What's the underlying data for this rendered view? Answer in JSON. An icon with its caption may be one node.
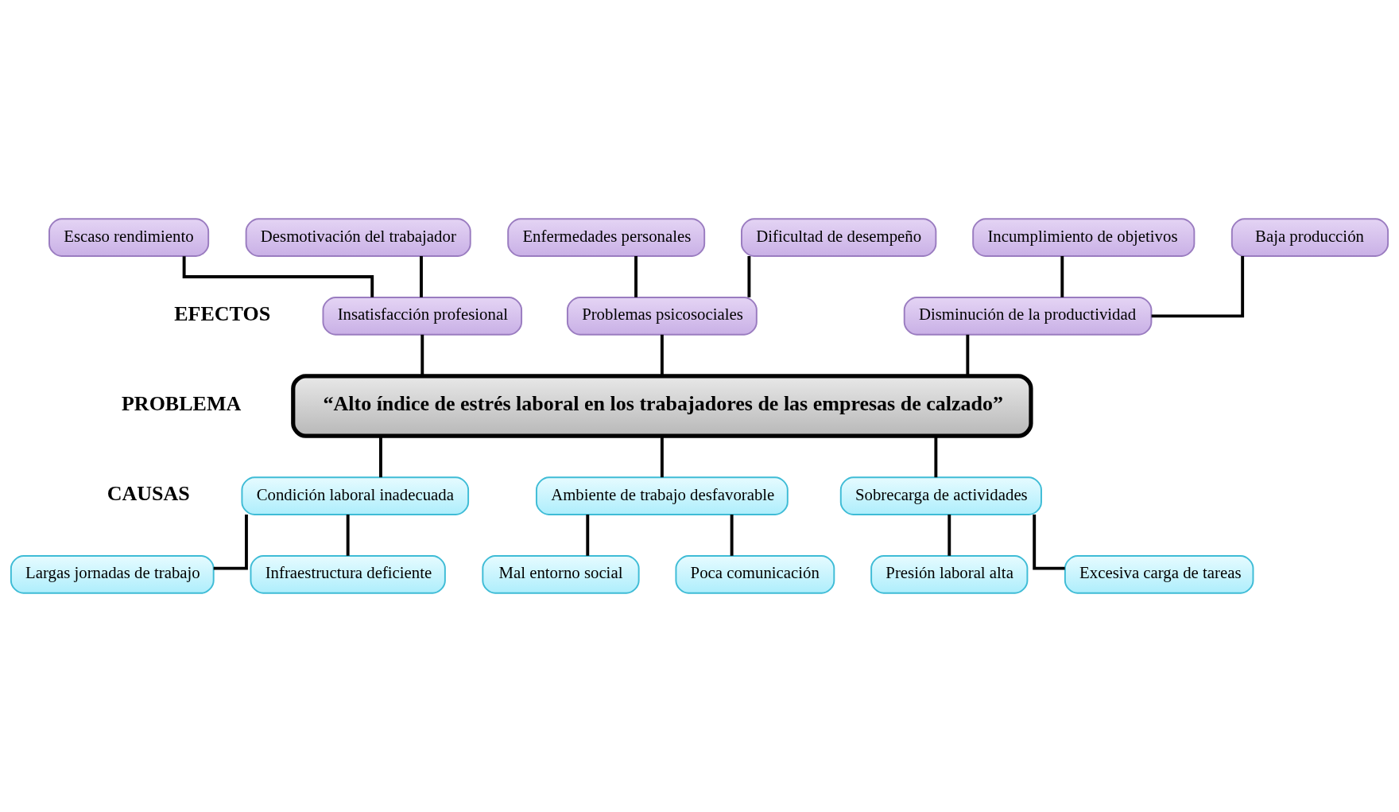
{
  "diagram": {
    "nodes": [
      {
        "text": [
          "Escaso rendimiento"
        ]
      },
      {
        "text": [
          "Desmotivación del trabajador"
        ]
      },
      {
        "text": [
          "Enfermedades personales"
        ]
      },
      {
        "text": [
          "Dificultad de desempeño"
        ]
      },
      {
        "text": [
          "Incumplimiento de objetivos"
        ]
      },
      {
        "text": [
          "Baja producción"
        ]
      },
      {
        "text": [
          "Insatisfacción profesional"
        ]
      },
      {
        "text": [
          "Problemas psicosociales"
        ]
      },
      {
        "text": [
          "Disminución de la productividad"
        ]
      },
      {
        "text": [
          "“Alto índice de estrés laboral en los trabajadores de las empresas de calzado”"
        ]
      },
      {
        "text": [
          "Condición laboral inadecuada"
        ]
      },
      {
        "text": [
          "Ambiente de trabajo desfavorable"
        ]
      },
      {
        "text": [
          "Sobrecarga de actividades"
        ]
      },
      {
        "text": [
          "Largas jornadas de trabajo"
        ]
      },
      {
        "text": [
          "Infraestructura deficiente"
        ]
      },
      {
        "text": [
          "Mal entorno social"
        ]
      },
      {
        "text": [
          "Poca comunicación"
        ]
      },
      {
        "text": [
          "Presión laboral alta"
        ]
      },
      {
        "text": [
          "Excesiva carga de tareas"
        ]
      }
    ],
    "edges": [
      {
        "from": 0,
        "to": 6,
        "arrow": "none"
      },
      {
        "from": 1,
        "to": 6,
        "arrow": "none"
      },
      {
        "from": 2,
        "to": 7,
        "arrow": "none"
      },
      {
        "from": 3,
        "to": 7,
        "arrow": "none"
      },
      {
        "from": 4,
        "to": 8,
        "arrow": "none"
      },
      {
        "from": 5,
        "to": 8,
        "arrow": "none"
      },
      {
        "from": 6,
        "to": 9,
        "arrow": "none"
      },
      {
        "from": 7,
        "to": 9,
        "arrow": "none"
      },
      {
        "from": 8,
        "to": 9,
        "arrow": "none"
      },
      {
        "from": 9,
        "to": 10,
        "arrow": "none"
      },
      {
        "from": 9,
        "to": 11,
        "arrow": "none"
      },
      {
        "from": 9,
        "to": 12,
        "arrow": "none"
      },
      {
        "from": 10,
        "to": 13,
        "arrow": "none"
      },
      {
        "from": 10,
        "to": 14,
        "arrow": "none"
      },
      {
        "from": 11,
        "to": 15,
        "arrow": "none"
      },
      {
        "from": 11,
        "to": 16,
        "arrow": "none"
      },
      {
        "from": 12,
        "to": 17,
        "arrow": "none"
      },
      {
        "from": 12,
        "to": 18,
        "arrow": "none"
      }
    ],
    "labels": [
      "EFECTOS",
      "PROBLEMA",
      "CAUSAS"
    ]
  }
}
